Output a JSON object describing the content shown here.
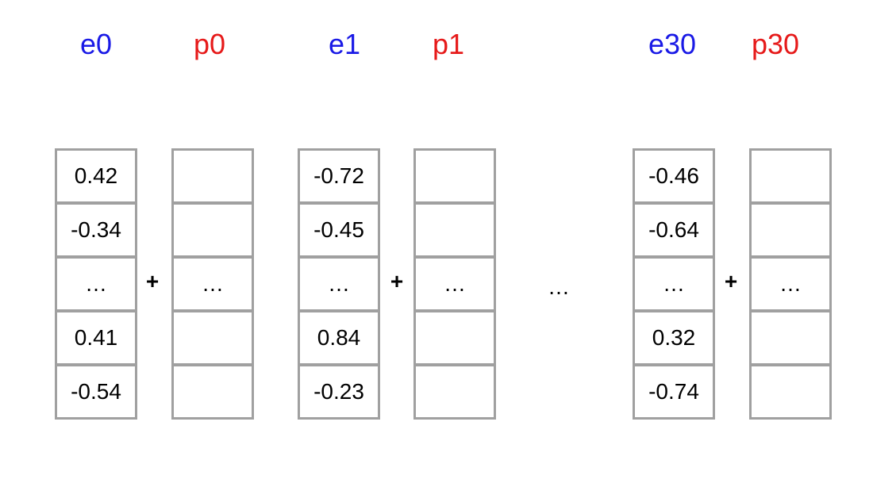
{
  "pairs": [
    {
      "embedding_label": "e0",
      "position_label": "p0",
      "embedding_values": [
        "0.42",
        "-0.34",
        "…",
        "0.41",
        "-0.54"
      ],
      "position_values": [
        "",
        "",
        "…",
        "",
        ""
      ],
      "operator": "+"
    },
    {
      "embedding_label": "e1",
      "position_label": "p1",
      "embedding_values": [
        "-0.72",
        "-0.45",
        "…",
        "0.84",
        "-0.23"
      ],
      "position_values": [
        "",
        "",
        "…",
        "",
        ""
      ],
      "operator": "+"
    },
    {
      "embedding_label": "e30",
      "position_label": "p30",
      "embedding_values": [
        "-0.46",
        "-0.64",
        "…",
        "0.32",
        "-0.74"
      ],
      "position_values": [
        "",
        "",
        "…",
        "",
        ""
      ],
      "operator": "+"
    }
  ],
  "between_pairs_ellipsis": "…",
  "colors": {
    "embedding_label": "#1a1ae6",
    "position_label": "#e61a1a",
    "cell_border": "#a0a0a0"
  }
}
